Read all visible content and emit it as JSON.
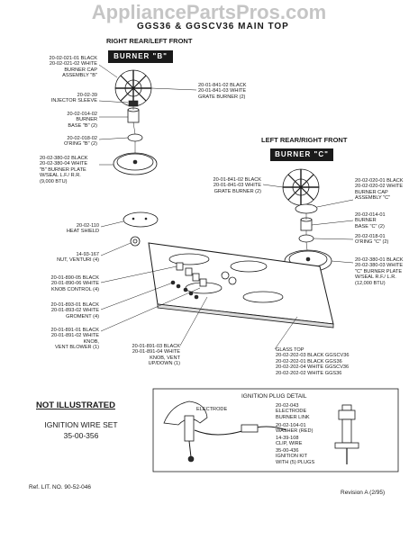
{
  "watermark": "AppliancePartsPros.com",
  "title": "GGS36 & GGSCV36 MAIN TOP",
  "section_right_rear": "RIGHT REAR/LEFT FRONT",
  "burner_b": "BURNER \"B\"",
  "section_left_rear": "LEFT REAR/RIGHT FRONT",
  "burner_c": "BURNER \"C\"",
  "labels": {
    "cap_b": "20-02-021-01 BLACK\n20-02-021-02 WHITE\nBURNER CAP\nASSEMBLY \"B\"",
    "grate_b": "20-01-841-02 BLACK\n20-01-841-03 WHITE\nGRATE BURNER (2)",
    "injector": "20-02-39\nINJECTOR SLEEVE",
    "base_b": "20-02-014-02\nBURNER\nBASE \"B\" (2)",
    "oring_b": "20-02-018-02\nO'RING \"B\" (2)",
    "plate_b": "20-02-380-02 BLACK\n20-02-380-04 WHITE\n\"B\" BURNER PLATE\nW/SEAL L.F./ R.R.\n(9,000 BTU)",
    "grate_c": "20-01-841-02 BLACK\n20-01-841-03 WHITE\nGRATE BURNER (2)",
    "cap_c": "20-02-020-01 BLACK\n20-02-020-02 WHITE\nBURNER CAP\nASSEMBLY \"C\"",
    "base_c": "20-02-014-01\nBURNER\nBASE \"C\" (2)",
    "oring_c": "20-02-018-01\nO'RING \"C\" (2)",
    "heat_shield": "20-02-110\nHEAT SHIELD",
    "nut": "14-93-167\nNUT, VENTURI (4)",
    "plate_c": "20-02-380-01 BLACK\n20-02-380-03 WHITE\n\"C\" BURNER PLATE\nW/SEAL R.F./ L.R.\n(12,000 BTU)",
    "knob": "20-01-890-05 BLACK\n20-01-890-06 WHITE\nKNOB CONTROL (4)",
    "groment": "20-01-893-01 BLACK\n20-01-893-02 WHITE\nGROMENT (4)",
    "knob_vent": "20-01-891-01 BLACK\n20-01-891-02 WHITE\nKNOB,\nVENT BLOWER (1)",
    "knob_updown": "20-01-891-03 BLACK\n20-01-891-04 WHITE\nKNOB, VENT\nUP/DOWN (1)",
    "glass_top": "GLASS TOP\n20-02-202-03 BLACK GGSCV36\n20-02-202-01 BLACK GGS36\n20-02-202-04 WHITE GGSCV36\n20-02-202-02 WHITE GGS36"
  },
  "not_illustrated": {
    "heading": "NOT ILLUSTRATED",
    "item": "IGNITION WIRE SET",
    "part": "35-00-356"
  },
  "ignition_detail": {
    "heading": "IGNITION PLUG DETAIL",
    "electrode": "ELECTRODE",
    "electrode_link": "20-02-043\nELECTRODE\nBURNER LINK",
    "washer": "20-02-104-01\nWASHER (RED)",
    "clip": "14-39-108\nCLIP, WIRE",
    "kit": "35-00-436\nIGNITION KIT\nWITH (5) PLUGS"
  },
  "footer": {
    "ref": "Ref. LIT. NO. 90-52-046",
    "revision": "Revision A (2/95)"
  }
}
